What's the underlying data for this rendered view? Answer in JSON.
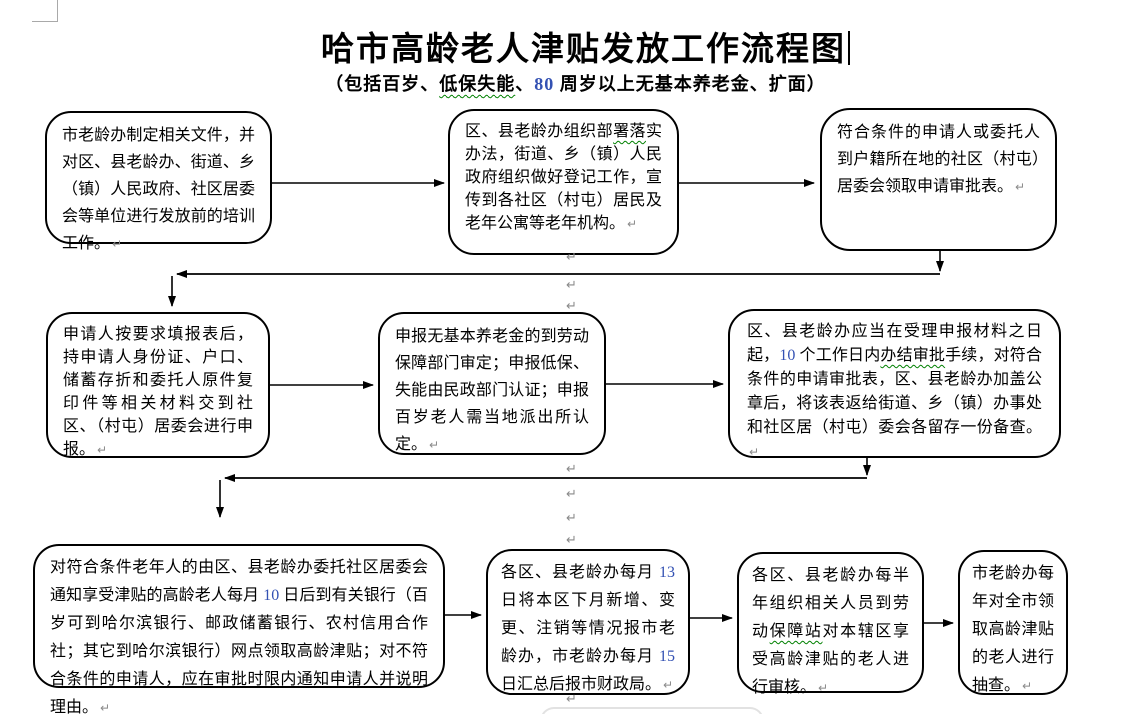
{
  "document": {
    "title": "哈市高龄老人津贴发放工作流程图",
    "subtitle_segments": [
      {
        "t": "（包括百岁、"
      },
      {
        "t": "低保失能",
        "c": "wavy"
      },
      {
        "t": "、"
      },
      {
        "t": "80",
        "c": "num"
      },
      {
        "t": " 周岁以上无基本养老金、扩面）"
      }
    ]
  },
  "glyphs": {
    "paragraph_mark": "↵"
  },
  "colors": {
    "number_blue": "#3351b3",
    "spellcheck_green": "#008000",
    "border_black": "#000000"
  },
  "boxes": [
    {
      "id": "box-1",
      "segments": [
        {
          "t": "市老龄办制定相关文件，并对区、县老龄办、街道、乡（镇）人民政府、社区居委会等单位进行发放前的培训工作。"
        },
        {
          "t": "↵",
          "c": "pilcrow"
        }
      ]
    },
    {
      "id": "box-2",
      "segments": [
        {
          "t": "区、县老龄办组织部"
        },
        {
          "t": "署落",
          "c": "wavy"
        },
        {
          "t": "实办法，街道、乡（镇）人民政府组织做好登记工作，宣传到各社区（村屯）居民及老年公寓等老年机构。"
        },
        {
          "t": "↵",
          "c": "pilcrow"
        }
      ]
    },
    {
      "id": "box-3",
      "segments": [
        {
          "t": "符合条件的申请人或委托人到户籍所在地的社区（村屯）居委会领取申请审批表。"
        },
        {
          "t": "↵",
          "c": "pilcrow"
        }
      ]
    },
    {
      "id": "box-4",
      "segments": [
        {
          "t": "申请人按要求填报表后，持申请人身份证、户口、储蓄存折和委托人原件复印件等相关材料交到社区、（村屯）居委会进行申报。"
        },
        {
          "t": "↵",
          "c": "pilcrow"
        }
      ]
    },
    {
      "id": "box-5",
      "segments": [
        {
          "t": "申报无基本养老金的到劳动保障部门审定；申报低保、失能由民政部门认证；申报百岁老人需当地派出所认定。"
        },
        {
          "t": "↵",
          "c": "pilcrow"
        }
      ]
    },
    {
      "id": "box-6",
      "segments": [
        {
          "t": "区、县老龄办应当在受理申报材料之日起，"
        },
        {
          "t": "10",
          "c": "num"
        },
        {
          "t": " 个工作日内"
        },
        {
          "t": "办结审批",
          "c": "wavy"
        },
        {
          "t": "手续，对符合条件的申请审批表，区、县老龄办加盖公章后，将该表返给街道、乡（镇）办事处和社区居（村屯）委会各留存一份备查。"
        },
        {
          "t": "↵",
          "c": "pilcrow"
        }
      ]
    },
    {
      "id": "box-7",
      "segments": [
        {
          "t": "对符合条件老年人的由区、县老龄办委托社区居委会通知享受津贴的高龄老人每月 "
        },
        {
          "t": "10",
          "c": "num"
        },
        {
          "t": " 日后到有关银行（百岁可到哈尔滨银行、邮政储蓄银行、农村信用合作社；其它到哈尔滨银行）网点领取高龄津贴；对不符合条件的申请人，应在审批时限内通知申请人并说明理由。"
        },
        {
          "t": "↵",
          "c": "pilcrow"
        }
      ]
    },
    {
      "id": "box-8",
      "segments": [
        {
          "t": "各区、县老龄办每月 "
        },
        {
          "t": "13",
          "c": "num"
        },
        {
          "t": " 日将本区下月新增、变更、注销等情况报市老龄办，市老龄办每月 "
        },
        {
          "t": "15",
          "c": "num"
        },
        {
          "t": " 日汇总后报市财政局。"
        },
        {
          "t": "↵",
          "c": "pilcrow"
        }
      ]
    },
    {
      "id": "box-9",
      "segments": [
        {
          "t": "各区、县老龄办每半年组织相关人员到劳动"
        },
        {
          "t": "保障站",
          "c": "wavy"
        },
        {
          "t": "对本辖区享受高龄津贴的老人进行审核。"
        },
        {
          "t": "↵",
          "c": "pilcrow"
        }
      ]
    },
    {
      "id": "box-10",
      "segments": [
        {
          "t": "市老龄办每年对全市领取高龄津贴的老人进行抽查。"
        },
        {
          "t": "↵",
          "c": "pilcrow"
        }
      ]
    }
  ]
}
